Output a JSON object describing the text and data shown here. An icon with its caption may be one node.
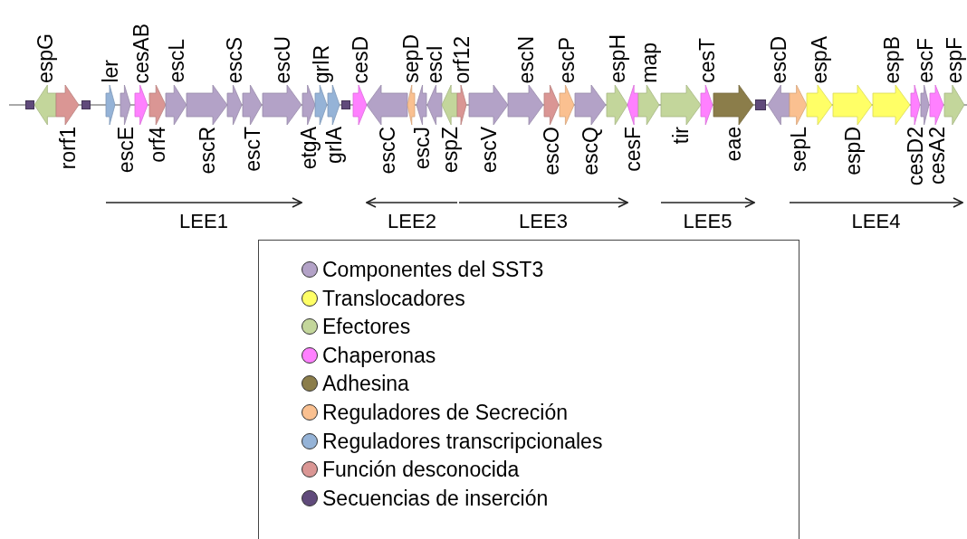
{
  "diagram": {
    "nodes": [
      {
        "text": [],
        "shape": "box"
      },
      {
        "text": [
          "espG"
        ]
      },
      {
        "text": [
          "rorf1"
        ]
      },
      {
        "text": [],
        "shape": "box"
      },
      {
        "text": [
          "ler"
        ]
      },
      {
        "text": [
          "escE"
        ]
      },
      {
        "text": [
          "cesAB"
        ]
      },
      {
        "text": [
          "orf4"
        ]
      },
      {
        "text": [
          "escL"
        ]
      },
      {
        "text": [
          "escR"
        ]
      },
      {
        "text": [
          "escS"
        ]
      },
      {
        "text": [
          "escT"
        ]
      },
      {
        "text": [
          "escU"
        ]
      },
      {
        "text": [
          "etgA"
        ]
      },
      {
        "text": [
          "grlR"
        ]
      },
      {
        "text": [
          "grlA"
        ]
      },
      {
        "text": [],
        "shape": "box"
      },
      {
        "text": [
          "cesD"
        ]
      },
      {
        "text": [
          "escC"
        ]
      },
      {
        "text": [
          "sepD"
        ]
      },
      {
        "text": [
          "escJ"
        ]
      },
      {
        "text": [
          "escI"
        ]
      },
      {
        "text": [
          "espZ"
        ]
      },
      {
        "text": [
          "orf12"
        ]
      },
      {
        "text": [
          "escV"
        ]
      },
      {
        "text": [
          "escN"
        ]
      },
      {
        "text": [
          "escO"
        ]
      },
      {
        "text": [
          "escP"
        ]
      },
      {
        "text": [
          "escQ"
        ]
      },
      {
        "text": [
          "espH"
        ]
      },
      {
        "text": [
          "cesF"
        ]
      },
      {
        "text": [
          "map"
        ]
      },
      {
        "text": [
          "tir"
        ]
      },
      {
        "text": [
          "cesT"
        ]
      },
      {
        "text": [
          "eae"
        ]
      },
      {
        "text": [],
        "shape": "box"
      },
      {
        "text": [
          "escD"
        ]
      },
      {
        "text": [
          "sepL"
        ]
      },
      {
        "text": [
          "espA"
        ]
      },
      {
        "text": [
          "espD"
        ]
      },
      {
        "text": [
          "espB"
        ]
      },
      {
        "text": [
          "cesD2"
        ]
      },
      {
        "text": [
          "escF"
        ]
      },
      {
        "text": [
          "cesA2"
        ]
      },
      {
        "text": [
          "espF"
        ]
      }
    ],
    "labels": [
      "LEE1",
      "LEE2",
      "LEE3",
      "LEE5",
      "LEE4"
    ],
    "legend": [
      {
        "text": "Componentes del SST3",
        "color": "#b3a2c7"
      },
      {
        "text": "Translocadores",
        "color": "#ffff66"
      },
      {
        "text": "Efectores",
        "color": "#c3d69b"
      },
      {
        "text": "Chaperonas",
        "color": "#ff80ff"
      },
      {
        "text": "Adhesina",
        "color": "#8b7d4a"
      },
      {
        "text": "Reguladores de Secreción",
        "color": "#fac090"
      },
      {
        "text": "Reguladores transcripcionales",
        "color": "#95b3d7"
      },
      {
        "text": "Función desconocida",
        "color": "#da9694"
      },
      {
        "text": "Secuencias de inserción",
        "color": "#604a7b"
      }
    ]
  }
}
